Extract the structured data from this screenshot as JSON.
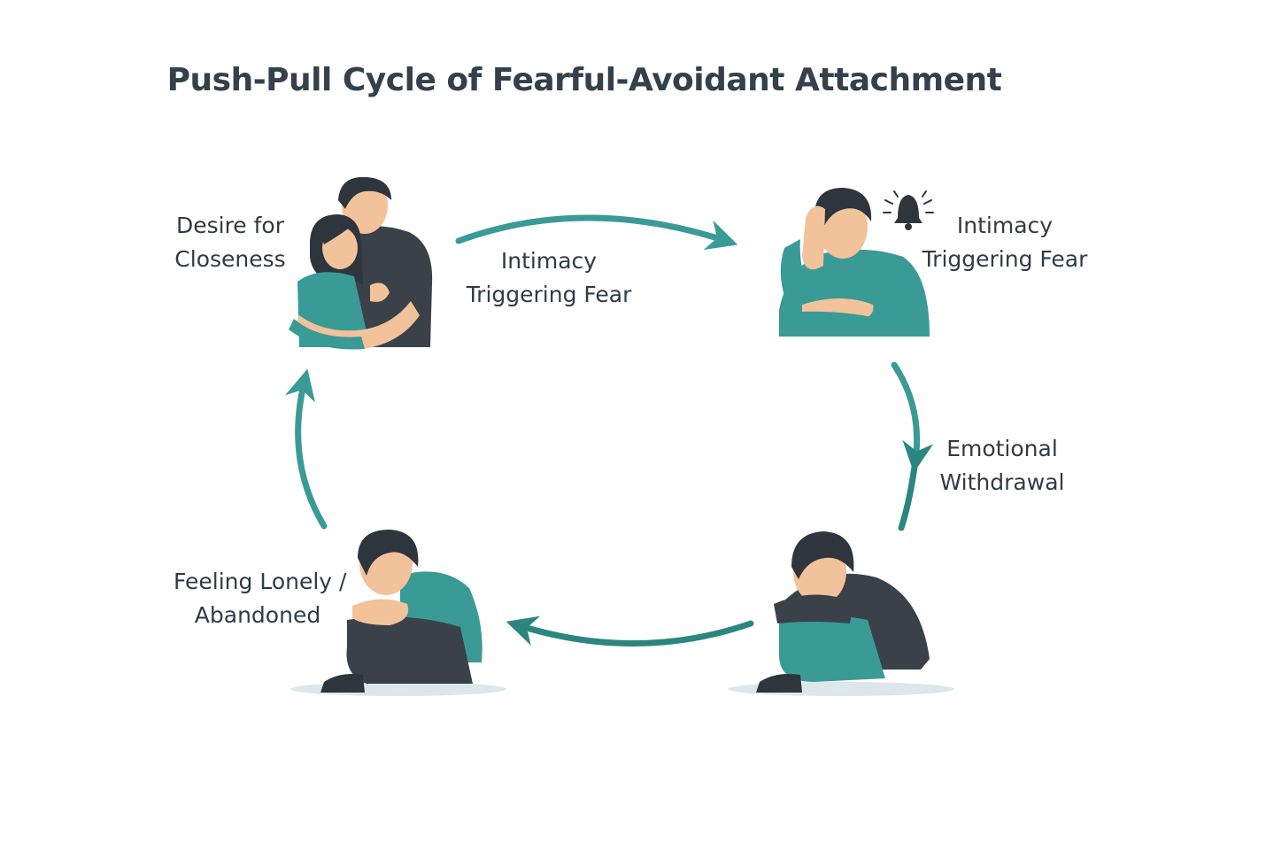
{
  "title": "Push-Pull Cycle of Fearful-Avoidant Attachment",
  "stages": {
    "closeness": {
      "line1": "Desire for",
      "line2": "Closeness"
    },
    "fear_top": {
      "line1": "Intimacy",
      "line2": "Triggering Fear"
    },
    "fear_right": {
      "line1": "Intimacy",
      "line2": "Triggering Fear"
    },
    "withdrawal": {
      "line1": "Emotional",
      "line2": "Withdrawal"
    },
    "lonely": {
      "line1": "Feeling Lonely /",
      "line2": "Abandoned"
    }
  },
  "colors": {
    "teal": "#3a9a96",
    "teal_dark": "#2c8680",
    "charcoal": "#3a4149",
    "hair": "#2e353d",
    "skin": "#f2c29a",
    "shadow": "#dbe7ea",
    "text": "#2f3b46"
  },
  "icons": [
    "couple-hug-icon",
    "stressed-person-icon",
    "alarm-bell-icon",
    "withdrawn-person-icon",
    "lonely-person-icon"
  ]
}
